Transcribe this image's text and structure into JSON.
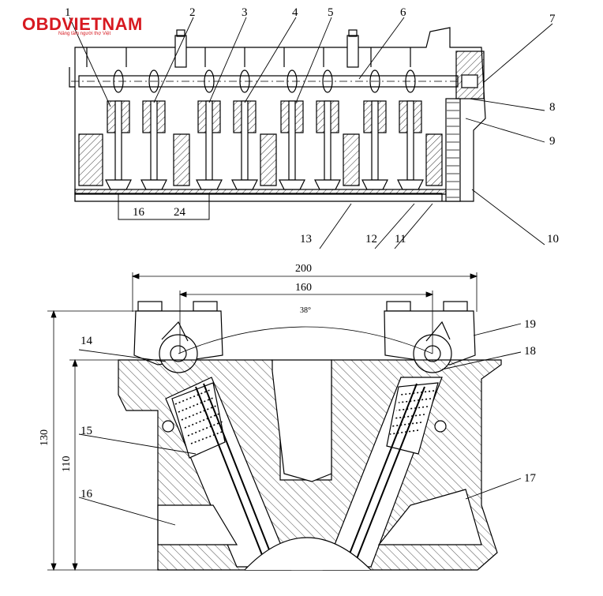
{
  "logo": {
    "brand": "OBDVIETNAM",
    "tagline": "Nâng tầm người thợ Việt",
    "color": "#d71920"
  },
  "top_view": {
    "callouts": [
      "1",
      "2",
      "3",
      "4",
      "5",
      "6",
      "7",
      "8",
      "9",
      "10",
      "11",
      "12",
      "13",
      "16",
      "24"
    ]
  },
  "section_view": {
    "callouts": [
      "14",
      "15",
      "16",
      "17",
      "18",
      "19"
    ],
    "dimensions": {
      "overall_width": "200",
      "cam_spacing": "160",
      "valve_angle": "38°",
      "overall_height": "130",
      "deck_height": "110"
    }
  },
  "colors": {
    "line": "#000000",
    "logo_red": "#d71920"
  }
}
